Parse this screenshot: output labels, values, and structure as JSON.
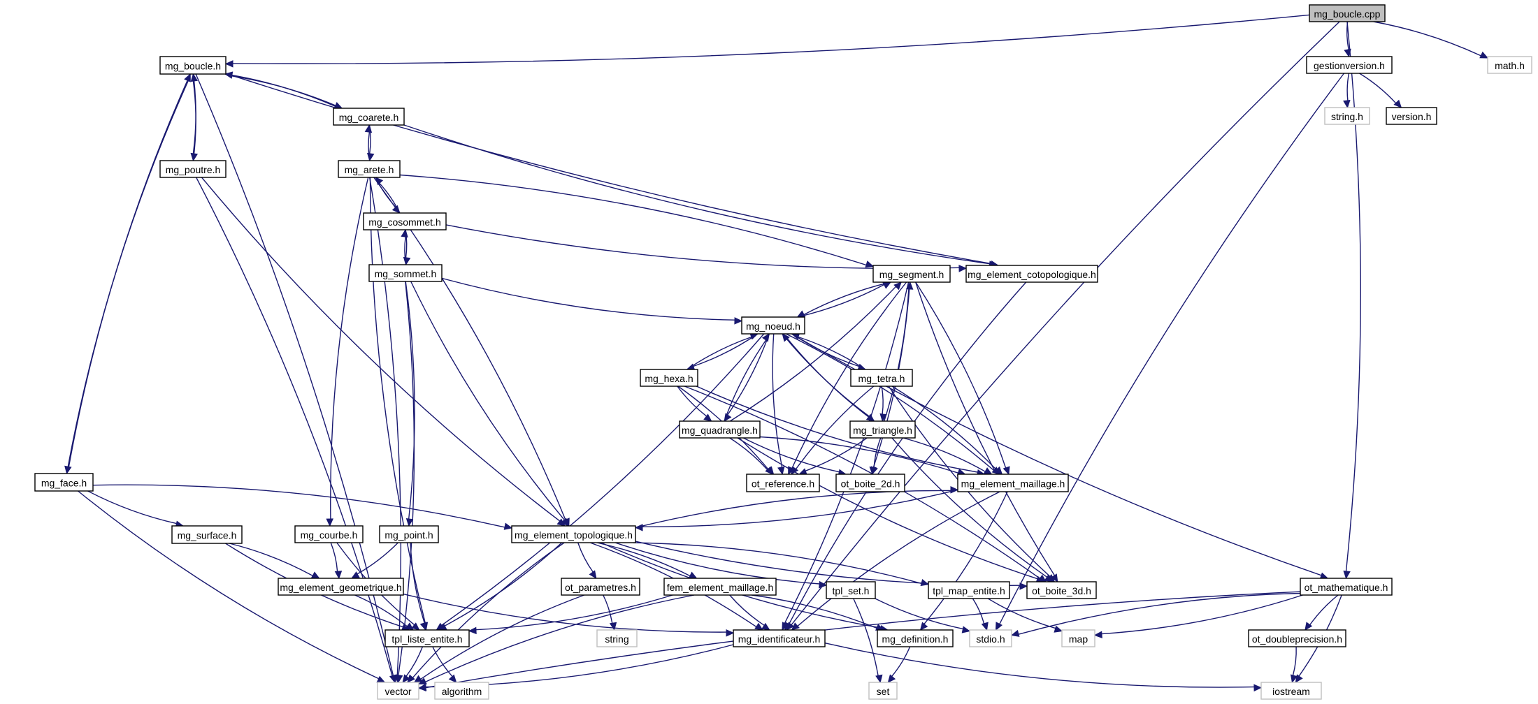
{
  "diagram": {
    "title": "mg_boucle.cpp include dependency graph",
    "colors": {
      "edge": "#191970",
      "root_fill": "#bfbfbf",
      "node_border": "#000000",
      "external_border": "#bfbfbf"
    },
    "nodes": [
      {
        "id": "mg_boucle_cpp",
        "label": "mg_boucle.cpp",
        "kind": "root"
      },
      {
        "id": "mg_boucle_h",
        "label": "mg_boucle.h",
        "kind": "local"
      },
      {
        "id": "gestionversion_h",
        "label": "gestionversion.h",
        "kind": "local"
      },
      {
        "id": "math_h",
        "label": "math.h",
        "kind": "system"
      },
      {
        "id": "string_h",
        "label": "string.h",
        "kind": "system"
      },
      {
        "id": "version_h",
        "label": "version.h",
        "kind": "local"
      },
      {
        "id": "mg_coarete_h",
        "label": "mg_coarete.h",
        "kind": "local"
      },
      {
        "id": "mg_poutre_h",
        "label": "mg_poutre.h",
        "kind": "local"
      },
      {
        "id": "mg_arete_h",
        "label": "mg_arete.h",
        "kind": "local"
      },
      {
        "id": "mg_cosommet_h",
        "label": "mg_cosommet.h",
        "kind": "local"
      },
      {
        "id": "mg_sommet_h",
        "label": "mg_sommet.h",
        "kind": "local"
      },
      {
        "id": "mg_segment_h",
        "label": "mg_segment.h",
        "kind": "local"
      },
      {
        "id": "mg_element_cotopologique_h",
        "label": "mg_element_cotopologique.h",
        "kind": "local"
      },
      {
        "id": "mg_noeud_h",
        "label": "mg_noeud.h",
        "kind": "local"
      },
      {
        "id": "mg_hexa_h",
        "label": "mg_hexa.h",
        "kind": "local"
      },
      {
        "id": "mg_tetra_h",
        "label": "mg_tetra.h",
        "kind": "local"
      },
      {
        "id": "mg_quadrangle_h",
        "label": "mg_quadrangle.h",
        "kind": "local"
      },
      {
        "id": "mg_triangle_h",
        "label": "mg_triangle.h",
        "kind": "local"
      },
      {
        "id": "ot_reference_h",
        "label": "ot_reference.h",
        "kind": "local"
      },
      {
        "id": "ot_boite_2d_h",
        "label": "ot_boite_2d.h",
        "kind": "local"
      },
      {
        "id": "mg_element_maillage_h",
        "label": "mg_element_maillage.h",
        "kind": "local"
      },
      {
        "id": "mg_face_h",
        "label": "mg_face.h",
        "kind": "local"
      },
      {
        "id": "mg_surface_h",
        "label": "mg_surface.h",
        "kind": "local"
      },
      {
        "id": "mg_courbe_h",
        "label": "mg_courbe.h",
        "kind": "local"
      },
      {
        "id": "mg_point_h",
        "label": "mg_point.h",
        "kind": "local"
      },
      {
        "id": "mg_element_topologique_h",
        "label": "mg_element_topologique.h",
        "kind": "local"
      },
      {
        "id": "ot_boite_3d_h",
        "label": "ot_boite_3d.h",
        "kind": "local"
      },
      {
        "id": "tpl_map_entite_h",
        "label": "tpl_map_entite.h",
        "kind": "local"
      },
      {
        "id": "tpl_set_h",
        "label": "tpl_set.h",
        "kind": "local"
      },
      {
        "id": "mg_element_geometrique_h",
        "label": "mg_element_geometrique.h",
        "kind": "local"
      },
      {
        "id": "ot_parametres_h",
        "label": "ot_parametres.h",
        "kind": "local"
      },
      {
        "id": "fem_element_maillage_h",
        "label": "fem_element_maillage.h",
        "kind": "local"
      },
      {
        "id": "ot_mathematique_h",
        "label": "ot_mathematique.h",
        "kind": "local"
      },
      {
        "id": "tpl_liste_entite_h",
        "label": "tpl_liste_entite.h",
        "kind": "local"
      },
      {
        "id": "string",
        "label": "string",
        "kind": "system"
      },
      {
        "id": "mg_identificateur_h",
        "label": "mg_identificateur.h",
        "kind": "local"
      },
      {
        "id": "mg_definition_h",
        "label": "mg_definition.h",
        "kind": "local"
      },
      {
        "id": "stdio_h",
        "label": "stdio.h",
        "kind": "system"
      },
      {
        "id": "map",
        "label": "map",
        "kind": "system"
      },
      {
        "id": "ot_doubleprecision_h",
        "label": "ot_doubleprecision.h",
        "kind": "local"
      },
      {
        "id": "vector",
        "label": "vector",
        "kind": "system"
      },
      {
        "id": "algorithm",
        "label": "algorithm",
        "kind": "system"
      },
      {
        "id": "set",
        "label": "set",
        "kind": "system"
      },
      {
        "id": "iostream",
        "label": "iostream",
        "kind": "system"
      }
    ],
    "edges": [
      [
        "mg_boucle_cpp",
        "mg_boucle_h"
      ],
      [
        "mg_boucle_cpp",
        "gestionversion_h"
      ],
      [
        "mg_boucle_cpp",
        "math_h"
      ],
      [
        "mg_boucle_cpp",
        "mg_identificateur_h"
      ],
      [
        "mg_boucle_cpp",
        "ot_mathematique_h"
      ],
      [
        "gestionversion_h",
        "string_h"
      ],
      [
        "gestionversion_h",
        "version_h"
      ],
      [
        "gestionversion_h",
        "stdio_h"
      ],
      [
        "mg_boucle_h",
        "mg_poutre_h"
      ],
      [
        "mg_boucle_h",
        "mg_face_h"
      ],
      [
        "mg_boucle_h",
        "mg_coarete_h"
      ],
      [
        "mg_boucle_h",
        "mg_element_cotopologique_h"
      ],
      [
        "mg_boucle_h",
        "vector"
      ],
      [
        "mg_poutre_h",
        "mg_boucle_h"
      ],
      [
        "mg_face_h",
        "mg_boucle_h"
      ],
      [
        "mg_coarete_h",
        "mg_boucle_h"
      ],
      [
        "mg_coarete_h",
        "mg_arete_h"
      ],
      [
        "mg_coarete_h",
        "mg_element_cotopologique_h"
      ],
      [
        "mg_arete_h",
        "mg_coarete_h"
      ],
      [
        "mg_arete_h",
        "mg_cosommet_h"
      ],
      [
        "mg_arete_h",
        "mg_segment_h"
      ],
      [
        "mg_arete_h",
        "mg_courbe_h"
      ],
      [
        "mg_arete_h",
        "mg_element_topologique_h"
      ],
      [
        "mg_arete_h",
        "tpl_liste_entite_h"
      ],
      [
        "mg_arete_h",
        "vector"
      ],
      [
        "mg_cosommet_h",
        "mg_arete_h"
      ],
      [
        "mg_cosommet_h",
        "mg_sommet_h"
      ],
      [
        "mg_cosommet_h",
        "mg_element_cotopologique_h"
      ],
      [
        "mg_sommet_h",
        "mg_cosommet_h"
      ],
      [
        "mg_sommet_h",
        "mg_noeud_h"
      ],
      [
        "mg_sommet_h",
        "mg_point_h"
      ],
      [
        "mg_sommet_h",
        "mg_element_topologique_h"
      ],
      [
        "mg_sommet_h",
        "vector"
      ],
      [
        "mg_poutre_h",
        "mg_element_topologique_h"
      ],
      [
        "mg_poutre_h",
        "vector"
      ],
      [
        "mg_segment_h",
        "mg_noeud_h"
      ],
      [
        "mg_segment_h",
        "mg_element_maillage_h"
      ],
      [
        "mg_segment_h",
        "ot_reference_h"
      ],
      [
        "mg_segment_h",
        "ot_boite_2d_h"
      ],
      [
        "mg_segment_h",
        "ot_boite_3d_h"
      ],
      [
        "mg_segment_h",
        "mg_identificateur_h"
      ],
      [
        "mg_noeud_h",
        "mg_segment_h"
      ],
      [
        "mg_noeud_h",
        "mg_hexa_h"
      ],
      [
        "mg_noeud_h",
        "mg_tetra_h"
      ],
      [
        "mg_noeud_h",
        "mg_quadrangle_h"
      ],
      [
        "mg_noeud_h",
        "mg_triangle_h"
      ],
      [
        "mg_noeud_h",
        "mg_element_maillage_h"
      ],
      [
        "mg_noeud_h",
        "ot_reference_h"
      ],
      [
        "mg_noeud_h",
        "tpl_liste_entite_h"
      ],
      [
        "mg_noeud_h",
        "ot_mathematique_h"
      ],
      [
        "mg_hexa_h",
        "mg_noeud_h"
      ],
      [
        "mg_hexa_h",
        "mg_quadrangle_h"
      ],
      [
        "mg_hexa_h",
        "ot_reference_h"
      ],
      [
        "mg_hexa_h",
        "mg_element_maillage_h"
      ],
      [
        "mg_hexa_h",
        "ot_boite_3d_h"
      ],
      [
        "mg_tetra_h",
        "mg_noeud_h"
      ],
      [
        "mg_tetra_h",
        "mg_triangle_h"
      ],
      [
        "mg_tetra_h",
        "ot_reference_h"
      ],
      [
        "mg_tetra_h",
        "mg_element_maillage_h"
      ],
      [
        "mg_tetra_h",
        "ot_boite_3d_h"
      ],
      [
        "mg_quadrangle_h",
        "mg_noeud_h"
      ],
      [
        "mg_quadrangle_h",
        "mg_segment_h"
      ],
      [
        "mg_quadrangle_h",
        "ot_reference_h"
      ],
      [
        "mg_quadrangle_h",
        "ot_boite_2d_h"
      ],
      [
        "mg_quadrangle_h",
        "mg_element_maillage_h"
      ],
      [
        "mg_quadrangle_h",
        "ot_boite_3d_h"
      ],
      [
        "mg_triangle_h",
        "mg_noeud_h"
      ],
      [
        "mg_triangle_h",
        "mg_segment_h"
      ],
      [
        "mg_triangle_h",
        "ot_reference_h"
      ],
      [
        "mg_triangle_h",
        "ot_boite_2d_h"
      ],
      [
        "mg_triangle_h",
        "mg_element_maillage_h"
      ],
      [
        "mg_triangle_h",
        "ot_boite_3d_h"
      ],
      [
        "mg_element_maillage_h",
        "mg_element_topologique_h"
      ],
      [
        "mg_element_maillage_h",
        "mg_identificateur_h"
      ],
      [
        "mg_element_maillage_h",
        "mg_definition_h"
      ],
      [
        "mg_face_h",
        "mg_surface_h"
      ],
      [
        "mg_face_h",
        "mg_element_topologique_h"
      ],
      [
        "mg_face_h",
        "vector"
      ],
      [
        "mg_surface_h",
        "mg_element_geometrique_h"
      ],
      [
        "mg_surface_h",
        "tpl_liste_entite_h"
      ],
      [
        "mg_courbe_h",
        "mg_element_geometrique_h"
      ],
      [
        "mg_courbe_h",
        "tpl_liste_entite_h"
      ],
      [
        "mg_point_h",
        "mg_element_geometrique_h"
      ],
      [
        "mg_point_h",
        "tpl_liste_entite_h"
      ],
      [
        "mg_element_topologique_h",
        "mg_element_maillage_h"
      ],
      [
        "mg_element_topologique_h",
        "ot_parametres_h"
      ],
      [
        "mg_element_topologique_h",
        "fem_element_maillage_h"
      ],
      [
        "mg_element_topologique_h",
        "tpl_set_h"
      ],
      [
        "mg_element_topologique_h",
        "tpl_map_entite_h"
      ],
      [
        "mg_element_topologique_h",
        "ot_boite_3d_h"
      ],
      [
        "mg_element_topologique_h",
        "mg_identificateur_h"
      ],
      [
        "mg_element_topologique_h",
        "mg_definition_h"
      ],
      [
        "mg_element_topologique_h",
        "tpl_liste_entite_h"
      ],
      [
        "mg_element_topologique_h",
        "vector"
      ],
      [
        "mg_element_geometrique_h",
        "tpl_liste_entite_h"
      ],
      [
        "mg_element_geometrique_h",
        "mg_identificateur_h"
      ],
      [
        "ot_parametres_h",
        "string"
      ],
      [
        "ot_parametres_h",
        "vector"
      ],
      [
        "fem_element_maillage_h",
        "tpl_liste_entite_h"
      ],
      [
        "fem_element_maillage_h",
        "mg_identificateur_h"
      ],
      [
        "fem_element_maillage_h",
        "mg_definition_h"
      ],
      [
        "fem_element_maillage_h",
        "vector"
      ],
      [
        "tpl_set_h",
        "set"
      ],
      [
        "tpl_set_h",
        "stdio_h"
      ],
      [
        "tpl_map_entite_h",
        "stdio_h"
      ],
      [
        "tpl_map_entite_h",
        "map"
      ],
      [
        "tpl_liste_entite_h",
        "vector"
      ],
      [
        "tpl_liste_entite_h",
        "algorithm"
      ],
      [
        "mg_identificateur_h",
        "vector"
      ],
      [
        "mg_identificateur_h",
        "iostream"
      ],
      [
        "mg_definition_h",
        "set"
      ],
      [
        "ot_mathematique_h",
        "ot_doubleprecision_h"
      ],
      [
        "ot_mathematique_h",
        "iostream"
      ],
      [
        "ot_mathematique_h",
        "vector"
      ],
      [
        "ot_mathematique_h",
        "map"
      ],
      [
        "ot_mathematique_h",
        "stdio_h"
      ],
      [
        "ot_doubleprecision_h",
        "iostream"
      ],
      [
        "mg_element_cotopologique_h",
        "mg_identificateur_h"
      ]
    ]
  }
}
